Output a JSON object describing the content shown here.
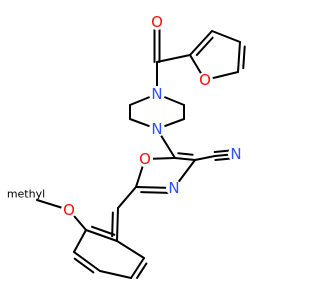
{
  "molecule": {
    "atom_labels": {
      "carbonyl_oxygen": "O",
      "furan_oxygen": "O",
      "piperazine_n_top": "N",
      "piperazine_n_bottom": "N",
      "oxazole_oxygen": "O",
      "oxazole_nitrogen": "N",
      "nitrile_nitrogen": "N",
      "methoxy_oxygen": "O",
      "methyl_label": "methyl"
    },
    "colors": {
      "bond": "#000000",
      "oxygen": "#ff0d0d",
      "nitrogen": "#3050f8",
      "carbon_text": "#000000"
    }
  }
}
